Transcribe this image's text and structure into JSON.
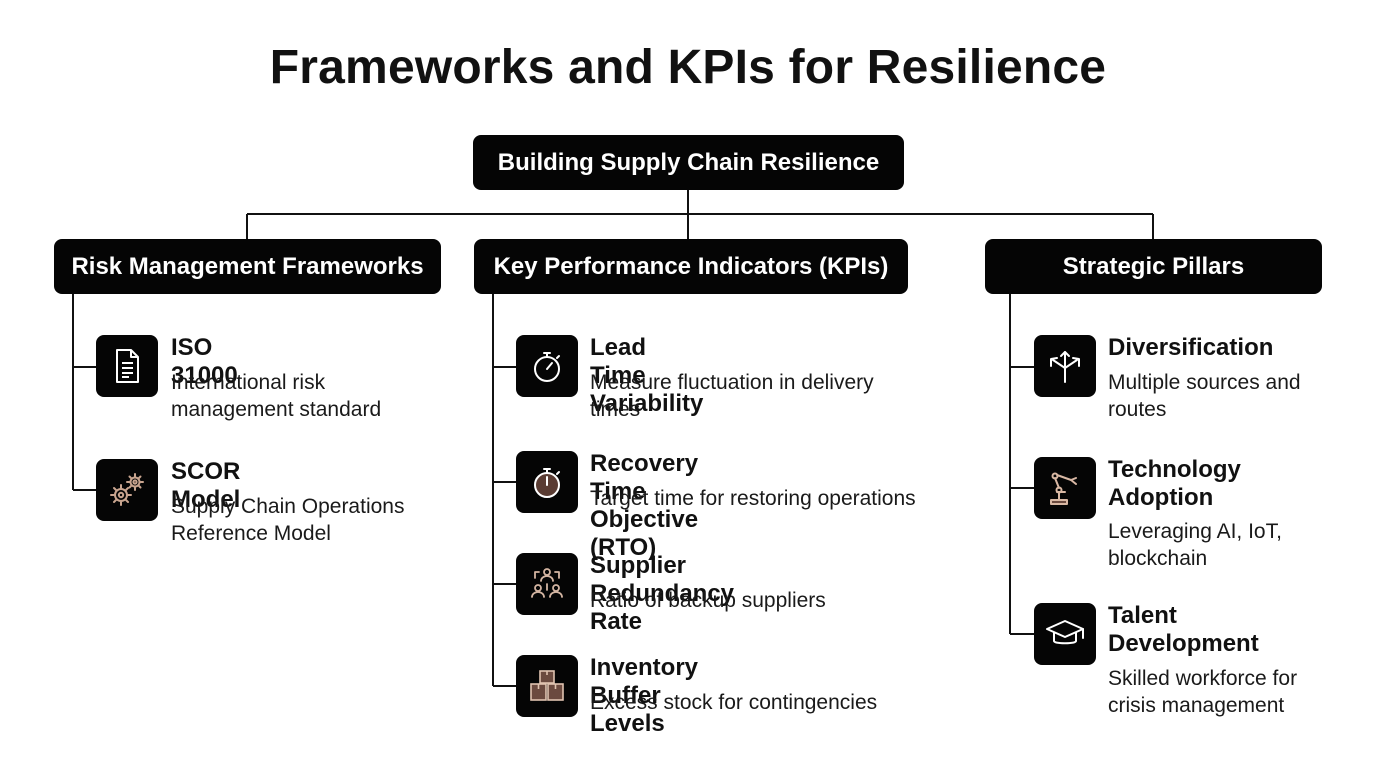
{
  "title": "Frameworks and KPIs for Resilience",
  "root": {
    "label": "Building Supply Chain Resilience"
  },
  "columns": [
    {
      "label": "Risk Management Frameworks",
      "items": [
        {
          "title": "ISO 31000",
          "desc": "International risk management standard",
          "icon": "document-icon"
        },
        {
          "title": "SCOR Model",
          "desc": "Supply Chain Operations Reference Model",
          "icon": "gears-icon"
        }
      ]
    },
    {
      "label": "Key Performance Indicators (KPIs)",
      "items": [
        {
          "title": "Lead Time Variability",
          "desc": "Measure fluctuation in delivery times",
          "icon": "stopwatch-icon"
        },
        {
          "title": "Recovery Time Objective (RTO)",
          "desc": "Target time for restoring operations",
          "icon": "stopwatch-filled-icon"
        },
        {
          "title": "Supplier Redundancy Rate",
          "desc": "Ratio of backup suppliers",
          "icon": "network-people-icon"
        },
        {
          "title": "Inventory Buffer Levels",
          "desc": "Excess stock for contingencies",
          "icon": "stacked-boxes-icon"
        }
      ]
    },
    {
      "label": "Strategic Pillars",
      "items": [
        {
          "title": "Diversification",
          "desc": "Multiple sources and routes",
          "icon": "split-arrows-icon"
        },
        {
          "title": "Technology Adoption",
          "desc": "Leveraging AI, IoT, blockchain",
          "icon": "robot-arm-icon"
        },
        {
          "title": "Talent Development",
          "desc": "Skilled workforce for crisis management",
          "icon": "graduation-cap-icon"
        }
      ]
    }
  ],
  "colors": {
    "box": "#050505",
    "accent": "#6b4a3f",
    "line": "#111111"
  }
}
